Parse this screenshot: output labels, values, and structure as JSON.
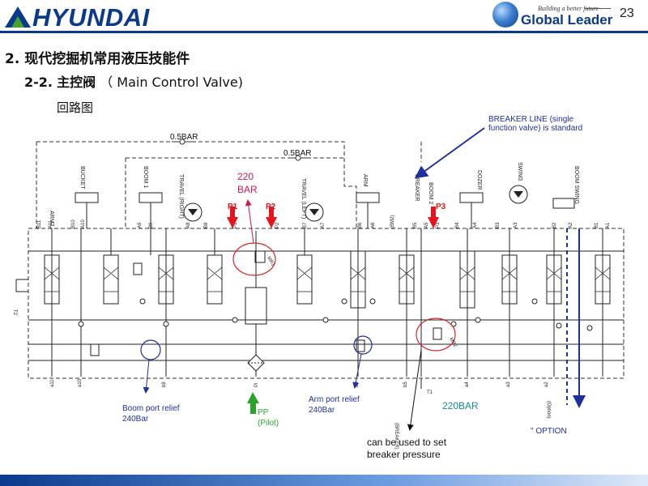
{
  "header": {
    "brand": "HYUNDAI",
    "tagline": "Building a better future",
    "slogan": "Global Leader",
    "page_number": "23",
    "brand_color": "#0b3a8c"
  },
  "section": {
    "title": "2. 现代挖掘机常用液压技能件",
    "subsection_number": "2-2.",
    "subsection_cn": "主控阀",
    "subsection_en": "（ Main Control Valve)",
    "circuit_label": "回路图"
  },
  "diagram": {
    "function_labels": [
      "ARM2",
      "BUCKET",
      "BOOM 1",
      "TRAVEL (RIGHT)",
      "TRAVEL (LEFT)",
      "ARM",
      "BREAKER",
      "BOOM 2",
      "DOZER",
      "SWING",
      "BOOM SWING"
    ],
    "port_labels_top": [
      "B11",
      "A11",
      "B10",
      "A10",
      "A9",
      "B9",
      "A8",
      "B8",
      "P1",
      "P2",
      "B7",
      "A7",
      "B6",
      "A6",
      "(BM2)",
      "B5",
      "A5",
      "P3",
      "B4",
      "A4",
      "B3",
      "A3",
      "B2",
      "A2",
      "B1",
      "A1"
    ],
    "port_labels_bottom": [
      "a11",
      "a10",
      "b9",
      "Pi",
      "b6",
      "b5",
      "(BREAKER)",
      "T1",
      "a4",
      "a3",
      "a2",
      "(Option)"
    ],
    "left_port": "T2",
    "relief_top_1": "0.5BAR",
    "relief_top_2": "0.5BAR",
    "main_relief_pressure": "220",
    "main_relief_unit": "BAR",
    "pump_labels": [
      "P1",
      "P2",
      "P3"
    ],
    "breaker_line_note": "BREAKER LINE  (single function valve) is standard",
    "boom_port_relief": "Boom port relief",
    "boom_port_relief_value": "240Bar",
    "arm_port_relief": "Arm port relief",
    "arm_port_relief_value": "240Bar",
    "pilot_label": "PP",
    "pilot_sub": "(Pilot)",
    "breaker_pressure_value": "220BAR",
    "breaker_note_1": "can be used to set",
    "breaker_note_2": "breaker pressure",
    "option_label": "\"  OPTION",
    "mr1": "MR1",
    "mr2": "MR2",
    "colors": {
      "pump_arrow": "#e8141d",
      "pilot_arrow": "#2aa52a",
      "highlight_red": "#d8232a",
      "highlight_blue": "#1e2f9e",
      "relief_text": "#cc1a4e",
      "breaker_pressure_text": "#1a8a8a"
    }
  }
}
